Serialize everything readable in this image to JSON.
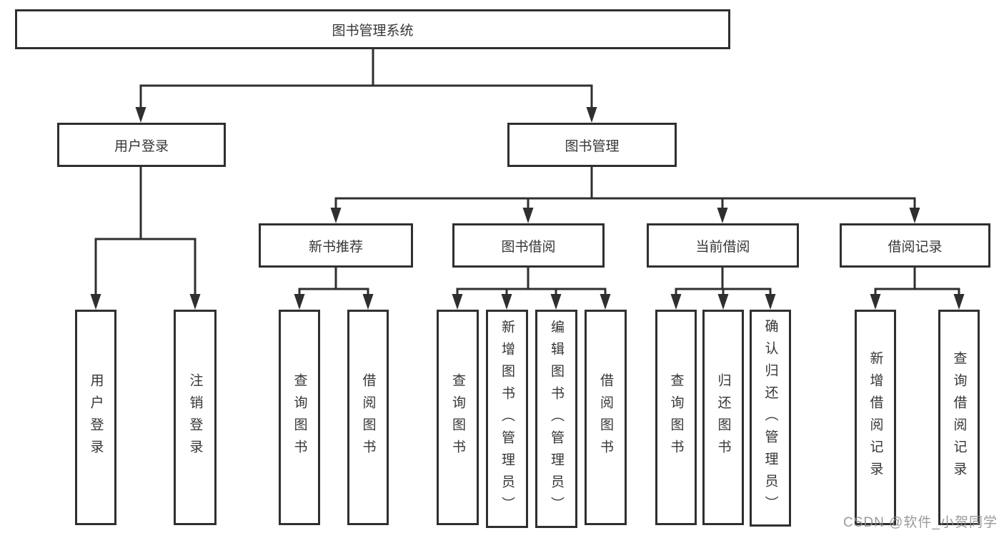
{
  "diagram": {
    "root": {
      "label": "图书管理系统"
    },
    "branches": [
      {
        "label": "用户登录",
        "children": [
          {
            "label": "用户登录"
          },
          {
            "label": "注销登录"
          }
        ]
      },
      {
        "label": "图书管理",
        "children": [
          {
            "label": "新书推荐",
            "children": [
              {
                "label": "查询图书"
              },
              {
                "label": "借阅图书"
              }
            ]
          },
          {
            "label": "图书借阅",
            "children": [
              {
                "label": "查询图书"
              },
              {
                "label": "新增图书（管理员）"
              },
              {
                "label": "编辑图书（管理员）"
              },
              {
                "label": "借阅图书"
              }
            ]
          },
          {
            "label": "当前借阅",
            "children": [
              {
                "label": "查询图书"
              },
              {
                "label": "归还图书"
              },
              {
                "label": "确认归还（管理员）"
              }
            ]
          },
          {
            "label": "借阅记录",
            "children": [
              {
                "label": "新增借阅记录"
              },
              {
                "label": "查询借阅记录"
              }
            ]
          }
        ]
      }
    ]
  },
  "watermark": {
    "text": "CSDN @软件_小贺同学"
  },
  "colors": {
    "line": "#2f2f2f",
    "box_border": "#2f2f2f",
    "text": "#363636",
    "watermark_text": "#8c8c8c",
    "background": "#ffffff"
  }
}
